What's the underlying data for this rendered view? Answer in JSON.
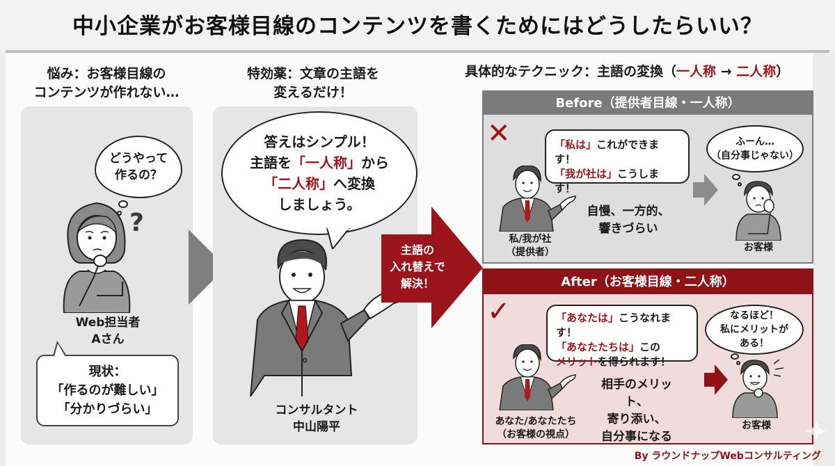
{
  "title": "中小企業がお客様目線のコンテンツを書くためにはどうしたらいい？",
  "colors": {
    "accent_red": "#a31419",
    "dark_red": "#8e1216",
    "grey_arrow": "#7f7f7f",
    "panel_grey": "#e6e6e6",
    "before_header": "#7b7b7b",
    "after_bg": "#f0dcdc"
  },
  "problem": {
    "heading_line1": "悩み：お客様目線の",
    "heading_line2": "コンテンツが作れない…",
    "thought_line1": "どうやって",
    "thought_line2": "作るの？",
    "question_mark": "?",
    "person_line1": "Web担当者",
    "person_line2": "Aさん",
    "status_line1": "現状：",
    "status_line2": "「作るのが難しい」",
    "status_line3": "「分かりづらい」",
    "icons": [
      "thought-cloud-icon",
      "woman-thinking-icon",
      "question-mark-icon"
    ]
  },
  "solution": {
    "heading_line1": "特効薬：文章の主語を",
    "heading_line2": "変えるだけ！",
    "bubble_line1": "答えはシンプル！",
    "bubble_line2_pre": "主語を",
    "bubble_line2_red": "「一人称」",
    "bubble_line2_post": "から",
    "bubble_line3_red": "「二人称」",
    "bubble_line3_post": "へ変換",
    "bubble_line4": "しましょう。",
    "person_line1": "コンサルタント",
    "person_line2": "中山陽平",
    "icons": [
      "consultant-gesturing-icon"
    ]
  },
  "transition_arrow": {
    "line1": "主語の",
    "line2": "入れ替えで",
    "line3": "解決！"
  },
  "technique": {
    "heading_pre": "具体的なテクニック：主語の変換（",
    "heading_red1": "一人称",
    "heading_arrow": " → ",
    "heading_red2": "二人称",
    "heading_post": "）",
    "before": {
      "header": "Before（提供者目線・一人称）",
      "mark": "✕",
      "bubble_line1_red": "「私は」",
      "bubble_line1_post": "これができます！",
      "bubble_line2_red": "「我が社は」",
      "bubble_line2_post": "こうします！",
      "speaker_line1": "私/我が社",
      "speaker_line2": "（提供者）",
      "effect_line1": "自慢、一方的、",
      "effect_line2": "響きづらい",
      "reaction_line1": "ふーん…",
      "reaction_line2": "（自分事じゃない）",
      "listener": "お客様"
    },
    "after": {
      "header": "After（お客様目線・二人称）",
      "mark": "✓",
      "bubble_line1_red": "「あなたは」",
      "bubble_line1_post": "こうなれます！",
      "bubble_line2_red": "「あなたたちは」",
      "bubble_line2_post": "この",
      "bubble_line3_red": "メリット",
      "bubble_line3_post": "を得られます！",
      "speaker_line1": "あなた/あなたたち",
      "speaker_line2": "（お客様の視点）",
      "effect_line1": "相手のメリット、",
      "effect_line2": "寄り添い、",
      "effect_line3": "自分事になる",
      "reaction_line1": "なるほど！",
      "reaction_line2": "私にメリットが",
      "reaction_line3": "ある！",
      "listener": "お客様"
    }
  },
  "credit": "By ラウンドナップWebコンサルティング"
}
